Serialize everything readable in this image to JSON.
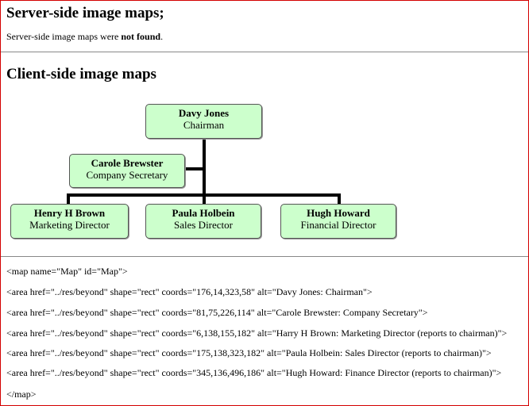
{
  "server_heading": "Server-side image maps;",
  "server_text_prefix": "Server-side image maps were ",
  "server_text_strong": "not found",
  "server_text_suffix": ".",
  "client_heading": "Client-side image maps",
  "org": {
    "davy": {
      "name": "Davy Jones",
      "role": "Chairman"
    },
    "carole": {
      "name": "Carole Brewster",
      "role": "Company Secretary"
    },
    "henry": {
      "name": "Henry H Brown",
      "role": "Marketing Director"
    },
    "paula": {
      "name": "Paula Holbein",
      "role": "Sales Director"
    },
    "hugh": {
      "name": "Hugh Howard",
      "role": "Financial Director"
    }
  },
  "code": [
    "<map name=\"Map\" id=\"Map\">",
    "<area href=\"../res/beyond\" shape=\"rect\" coords=\"176,14,323,58\" alt=\"Davy Jones: Chairman\">",
    "<area href=\"../res/beyond\" shape=\"rect\" coords=\"81,75,226,114\" alt=\"Carole Brewster: Company Secretary\">",
    "<area href=\"../res/beyond\" shape=\"rect\" coords=\"6,138,155,182\" alt=\"Harry H Brown: Marketing Director (reports to chairman)\">",
    "<area href=\"../res/beyond\" shape=\"rect\" coords=\"175,138,323,182\" alt=\"Paula Holbein: Sales Director (reports to chairman)\">",
    "<area href=\"../res/beyond\" shape=\"rect\" coords=\"345,136,496,186\" alt=\"Hugh Howard: Finance Director (reports to chairman)\">",
    "</map>"
  ]
}
